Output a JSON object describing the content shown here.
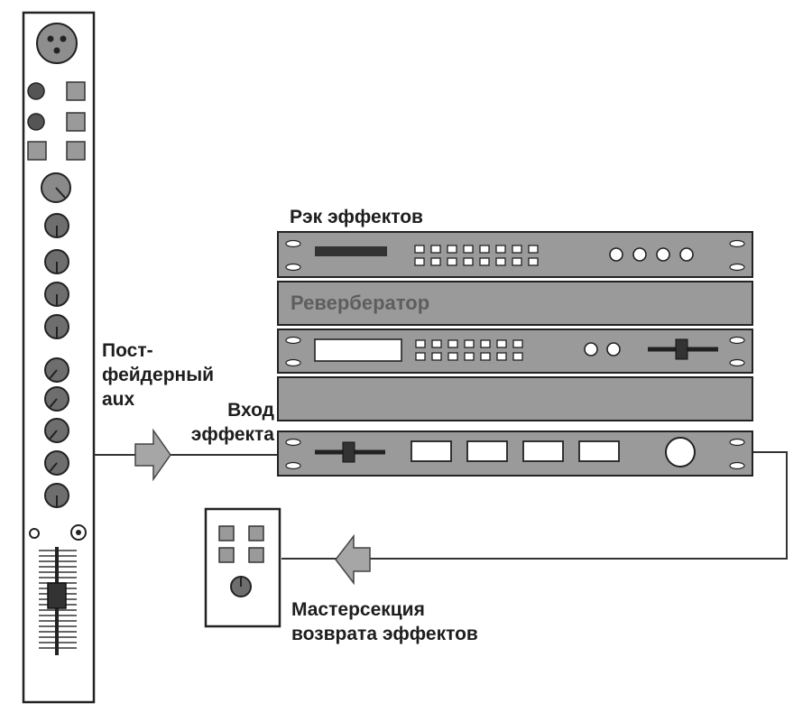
{
  "labels": {
    "rack_title": "Рэк эффектов",
    "reverb": "Ревербератор",
    "post_fader_aux": [
      "Пост-",
      "фейдерный",
      "aux"
    ],
    "effect_input": [
      "Вход",
      "эффекта"
    ],
    "return_master": [
      "Мастерсекция",
      "возврата эффектов"
    ]
  },
  "colors": {
    "stroke": "#222222",
    "panel": "#9a9a9a",
    "panel_dark": "#808080",
    "strip_bg": "#ffffff",
    "knob": "#6e6e6e",
    "knob_dark": "#555555",
    "arrow_fill": "#a6a6a6",
    "line": "#333333"
  }
}
